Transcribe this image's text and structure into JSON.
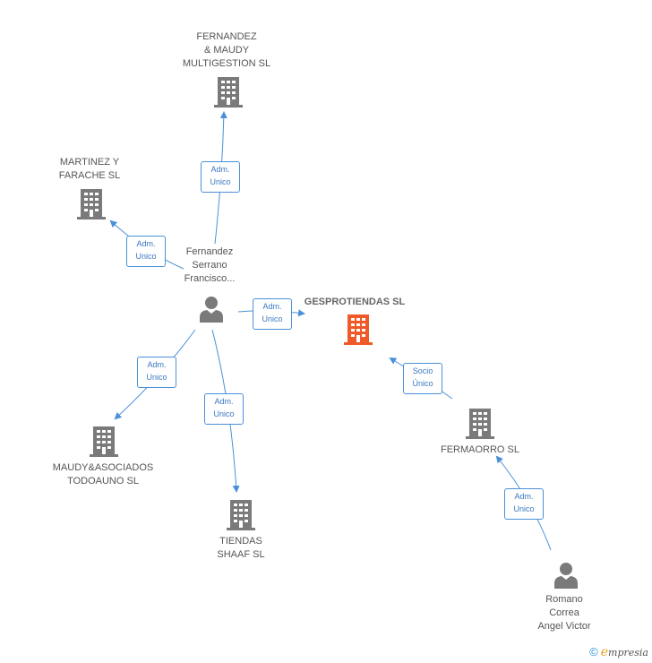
{
  "colors": {
    "building": "#7a7a7a",
    "building_main": "#f05a28",
    "person": "#7a7a7a",
    "edge": "#4a90d9"
  },
  "nodes": {
    "fernandez_maudy": {
      "label": "FERNANDEZ\n& MAUDY\nMULTIGESTION SL",
      "icon": "building-icon"
    },
    "martinez": {
      "label": "MARTINEZ Y\nFARACHE  SL",
      "icon": "building-icon"
    },
    "fernandez_serrano": {
      "label": "Fernandez\nSerrano\nFrancisco...",
      "icon": "person-icon"
    },
    "gesprotiendas": {
      "label": "GESPROTIENDAS SL",
      "icon": "building-icon"
    },
    "maudy_asociados": {
      "label": "MAUDY&ASOCIADOS\nTODOAUNO  SL",
      "icon": "building-icon"
    },
    "tiendas_shaaf": {
      "label": "TIENDAS\nSHAAF SL",
      "icon": "building-icon"
    },
    "fermaorro": {
      "label": "FERMAORRO SL",
      "icon": "building-icon"
    },
    "romano": {
      "label": "Romano\nCorrea\nAngel Victor",
      "icon": "person-icon"
    }
  },
  "relations": {
    "r1": "Adm.\nUnico",
    "r2": "Adm.\nUnico",
    "r3": "Adm.\nUnico",
    "r4": "Adm.\nUnico",
    "r5": "Adm.\nUnico",
    "r6": "Socio\nÚnico",
    "r7": "Adm.\nUnico"
  },
  "footer": {
    "copyright": "©",
    "brand_initial": "e",
    "brand_rest": "mpresia"
  }
}
